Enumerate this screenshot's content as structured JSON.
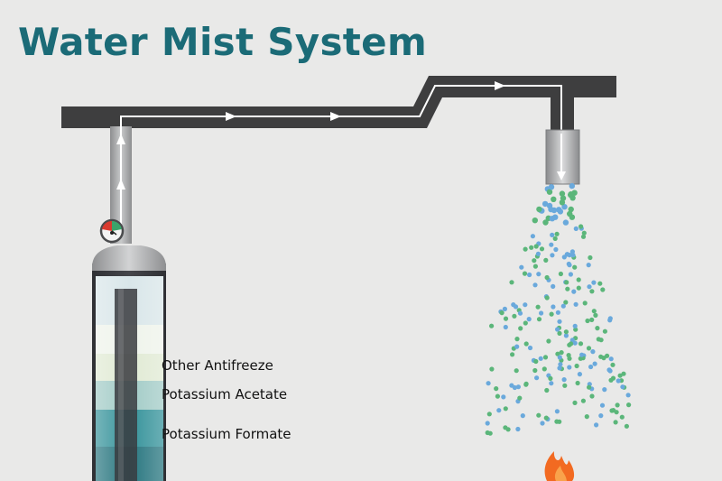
{
  "title": "Water Mist System",
  "tank_layers": [
    {
      "label": "Other Antifreeze",
      "color": "#dfe9d2"
    },
    {
      "label": "Potassium Acetate",
      "color": "#9ec9c4"
    },
    {
      "label": "Potassium Formate",
      "color": "#2b8d95"
    }
  ],
  "colors": {
    "title": "#1b6b77",
    "pipe": "#3e3e3f",
    "flow_arrow": "#ffffff",
    "droplet_blue": "#6aa9dc",
    "droplet_green": "#5bb67a",
    "flame": "#f26a21",
    "gauge_red": "#d83a2f",
    "gauge_green": "#3aa46a"
  },
  "icons": [
    "pressure-gauge-icon",
    "flame-icon",
    "nozzle-icon",
    "flow-arrow-icon"
  ]
}
